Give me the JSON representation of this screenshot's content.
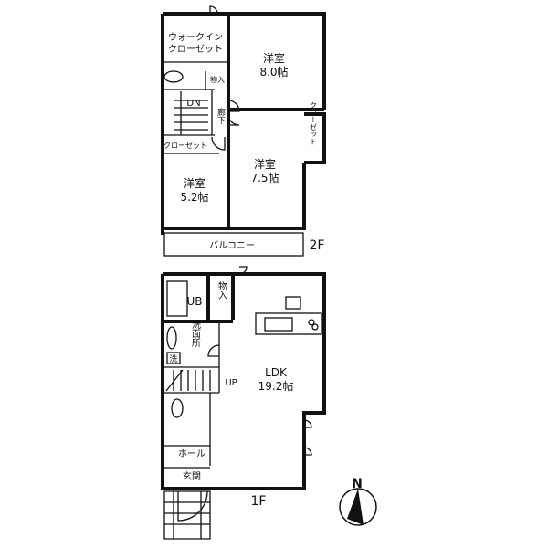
{
  "floors": {
    "second": {
      "label": "2F",
      "rooms": {
        "walk_in_closet_1": "ウォークイン",
        "walk_in_closet_2": "クローゼット",
        "western_room_a": "洋室",
        "western_room_a_size": "8.0帖",
        "storage": "物入",
        "stairs_down": "DN",
        "hallway": "廊下",
        "closet_left": "クローゼット",
        "closet_right": "クローゼット",
        "western_room_b": "洋室",
        "western_room_b_size": "7.5帖",
        "western_room_c": "洋室",
        "western_room_c_size": "5.2帖",
        "balcony": "バルコニー"
      }
    },
    "first": {
      "label": "1F",
      "rooms": {
        "unit_bath": "UB",
        "storage": "物入",
        "washroom": "洗面所",
        "washer": "洗",
        "stairs_up": "UP",
        "ldk": "LDK",
        "ldk_size": "19.2帖",
        "hall": "ホール",
        "entrance": "玄関"
      }
    }
  },
  "compass": {
    "label": "N"
  }
}
